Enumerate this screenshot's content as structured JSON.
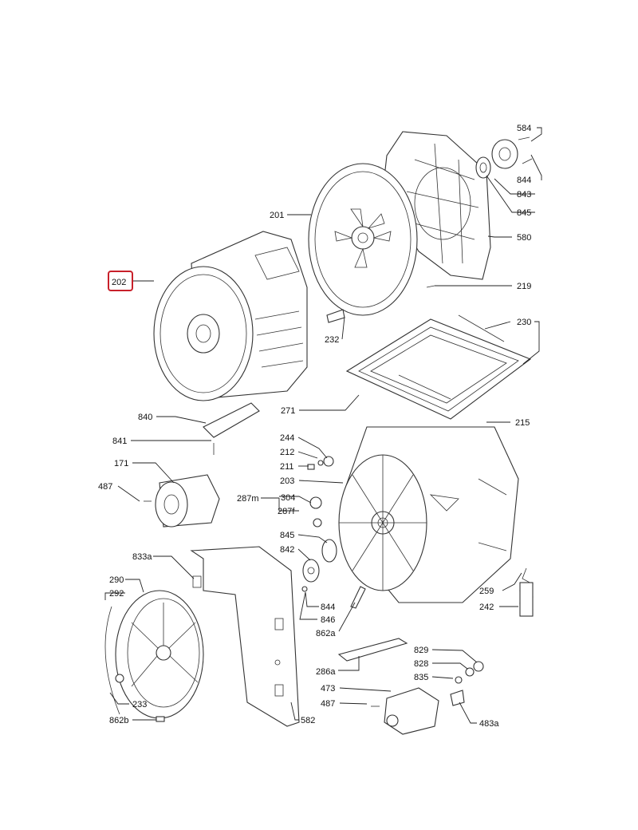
{
  "diagram": {
    "highlight_color": "#c8202a",
    "highlighted_part": "202",
    "labels": {
      "l584": "584",
      "l844a": "844",
      "l843": "843",
      "l845a": "845",
      "l580": "580",
      "l201": "201",
      "l202": "202",
      "l219": "219",
      "l232": "232",
      "l230": "230",
      "l271": "271",
      "l215": "215",
      "l840": "840",
      "l841": "841",
      "l244": "244",
      "l212": "212",
      "l211": "211",
      "l203": "203",
      "l171": "171",
      "l487a": "487",
      "l287m": "287m",
      "l304": "304",
      "l287f": "287f",
      "l845b": "845",
      "l842": "842",
      "l833a": "833a",
      "l290": "290",
      "l292": "292",
      "l844b": "844",
      "l846": "846",
      "l862a": "862a",
      "l259": "259",
      "l242": "242",
      "l829": "829",
      "l828": "828",
      "l835": "835",
      "l286a": "286a",
      "l473": "473",
      "l487b": "487",
      "l233": "233",
      "l862b": "862b",
      "l582": "582",
      "l483a": "483a"
    }
  }
}
